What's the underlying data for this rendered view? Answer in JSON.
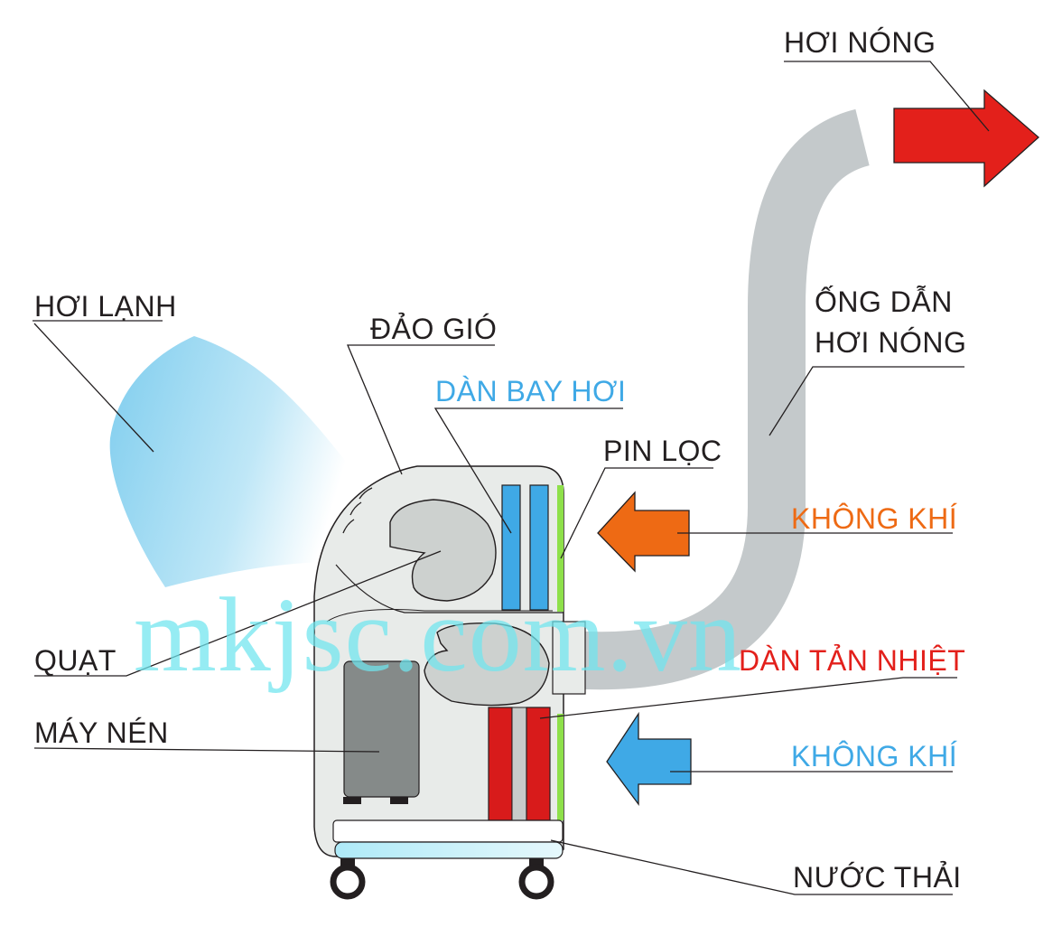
{
  "labels": {
    "hot_air": "HƠI NÓNG",
    "cold_air": "HƠI LẠNH",
    "louver": "ĐẢO GIÓ",
    "evaporator": "DÀN BAY HƠI",
    "filter": "PIN LỌC",
    "duct_line1": "ỐNG DẪN",
    "duct_line2": "HƠI NÓNG",
    "air_in_upper": "KHÔNG KHÍ",
    "air_in_lower": "KHÔNG KHÍ",
    "fan": "QUẠT",
    "condenser": "DÀN TẢN NHIỆT",
    "compressor": "MÁY NÉN",
    "drain_water": "NƯỚC THẢI"
  },
  "watermark": "mkjsc.com.vn",
  "colors": {
    "label_dark": "#231f20",
    "label_blue": "#3fa9e6",
    "label_orange": "#ee6a14",
    "label_red": "#e3201b",
    "hot_arrow": "#e3201b",
    "orange_arrow": "#ee6a14",
    "blue_arrow": "#3fa9e6",
    "duct": "#c4c9cb",
    "body": "#e8ebe9",
    "evaporator_coil": "#3fa9e6",
    "condenser_coil": "#d81b1b",
    "filter_strip": "#8ee04a",
    "compressor": "#858a89",
    "cold_air": "#8fd3ef",
    "watermark": "#6fe6ef"
  }
}
